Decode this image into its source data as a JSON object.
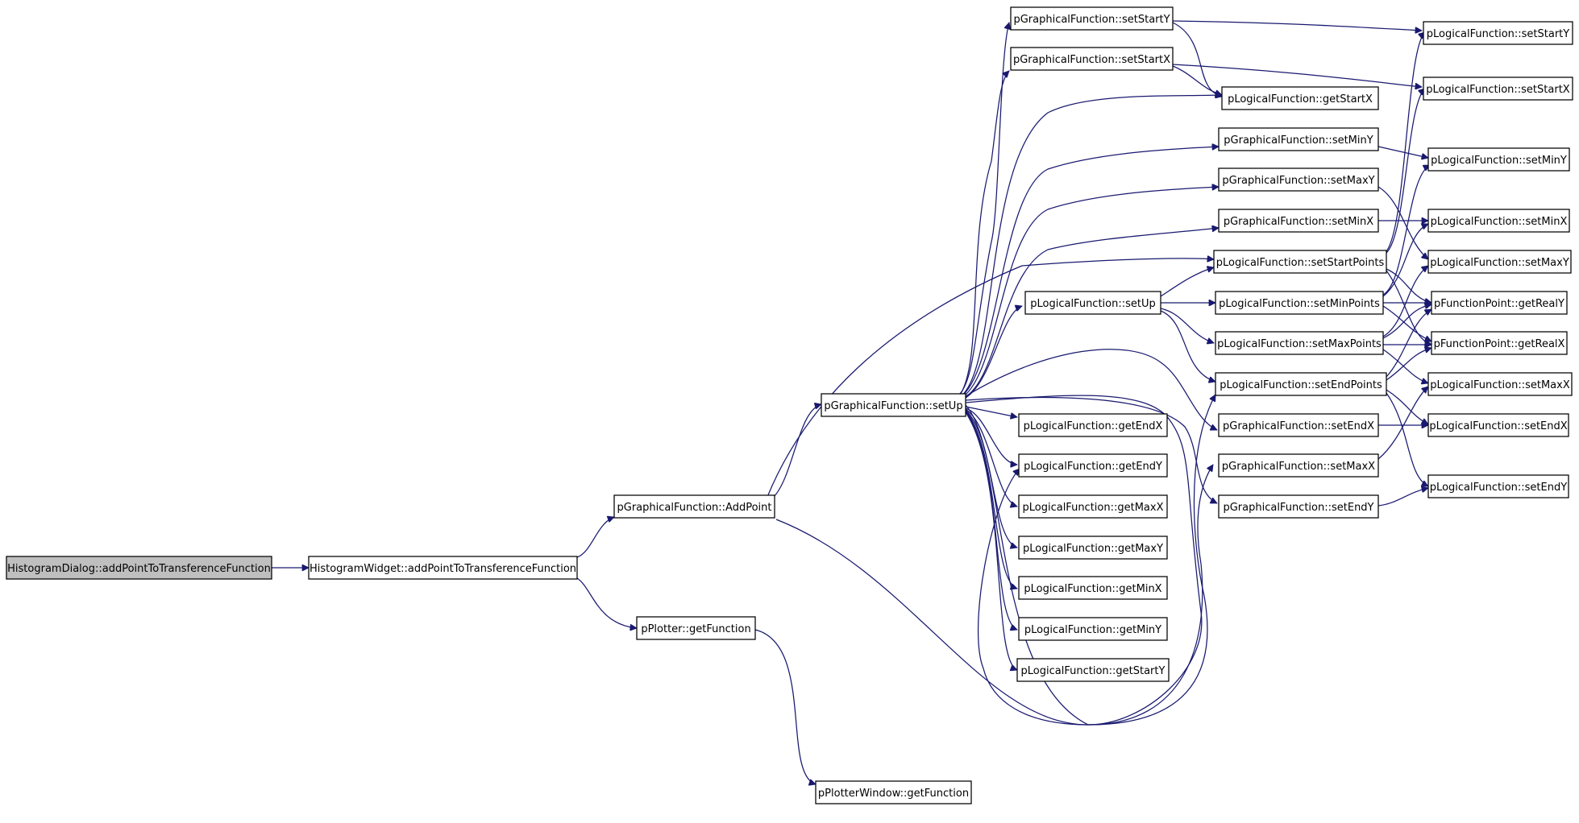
{
  "colors": {
    "edge": "#191970",
    "node_border": "#000000",
    "node_fill": "#ffffff",
    "root_fill": "#bfbfbf",
    "background": "#ffffff"
  },
  "diagram": {
    "nodes": [
      {
        "id": "n_root",
        "label": "HistogramDialog::addPointToTransferenceFunction",
        "root": true
      },
      {
        "id": "n_hw",
        "label": "HistogramWidget::addPointToTransferenceFunction"
      },
      {
        "id": "n_addpoint",
        "label": "pGraphicalFunction::AddPoint"
      },
      {
        "id": "n_getfunc",
        "label": "pPlotter::getFunction"
      },
      {
        "id": "n_pwgetfunc",
        "label": "pPlotterWindow::getFunction"
      },
      {
        "id": "n_gsetup",
        "label": "pGraphicalFunction::setUp"
      },
      {
        "id": "n_gsetstarty",
        "label": "pGraphicalFunction::setStartY"
      },
      {
        "id": "n_gsetstartx",
        "label": "pGraphicalFunction::setStartX"
      },
      {
        "id": "n_lgetstartx",
        "label": "pLogicalFunction::getStartX"
      },
      {
        "id": "n_gsetminy",
        "label": "pGraphicalFunction::setMinY"
      },
      {
        "id": "n_gsetmaxy",
        "label": "pGraphicalFunction::setMaxY"
      },
      {
        "id": "n_gsetminx",
        "label": "pGraphicalFunction::setMinX"
      },
      {
        "id": "n_lsetstartpoints",
        "label": "pLogicalFunction::setStartPoints"
      },
      {
        "id": "n_lsetup",
        "label": "pLogicalFunction::setUp"
      },
      {
        "id": "n_lsetminpoints",
        "label": "pLogicalFunction::setMinPoints"
      },
      {
        "id": "n_lsetmaxpoints",
        "label": "pLogicalFunction::setMaxPoints"
      },
      {
        "id": "n_lsetendpoints",
        "label": "pLogicalFunction::setEndPoints"
      },
      {
        "id": "n_gsetendx",
        "label": "pGraphicalFunction::setEndX"
      },
      {
        "id": "n_gsetmaxx",
        "label": "pGraphicalFunction::setMaxX"
      },
      {
        "id": "n_gsetendy",
        "label": "pGraphicalFunction::setEndY"
      },
      {
        "id": "n_lgetendx",
        "label": "pLogicalFunction::getEndX"
      },
      {
        "id": "n_lgetendy",
        "label": "pLogicalFunction::getEndY"
      },
      {
        "id": "n_lgetmaxx",
        "label": "pLogicalFunction::getMaxX"
      },
      {
        "id": "n_lgetmaxy",
        "label": "pLogicalFunction::getMaxY"
      },
      {
        "id": "n_lgetminx",
        "label": "pLogicalFunction::getMinX"
      },
      {
        "id": "n_lgetminy",
        "label": "pLogicalFunction::getMinY"
      },
      {
        "id": "n_lgetstarty",
        "label": "pLogicalFunction::getStartY"
      },
      {
        "id": "n_lsetstarty",
        "label": "pLogicalFunction::setStartY"
      },
      {
        "id": "n_lsetstartx",
        "label": "pLogicalFunction::setStartX"
      },
      {
        "id": "n_lsetminy",
        "label": "pLogicalFunction::setMinY"
      },
      {
        "id": "n_lsetminx",
        "label": "pLogicalFunction::setMinX"
      },
      {
        "id": "n_lsetmaxy",
        "label": "pLogicalFunction::setMaxY"
      },
      {
        "id": "n_fpgetrealy",
        "label": "pFunctionPoint::getRealY"
      },
      {
        "id": "n_fpgetrealx",
        "label": "pFunctionPoint::getRealX"
      },
      {
        "id": "n_lsetmaxx",
        "label": "pLogicalFunction::setMaxX"
      },
      {
        "id": "n_lsetendx",
        "label": "pLogicalFunction::setEndX"
      },
      {
        "id": "n_lsetendy",
        "label": "pLogicalFunction::setEndY"
      }
    ]
  }
}
